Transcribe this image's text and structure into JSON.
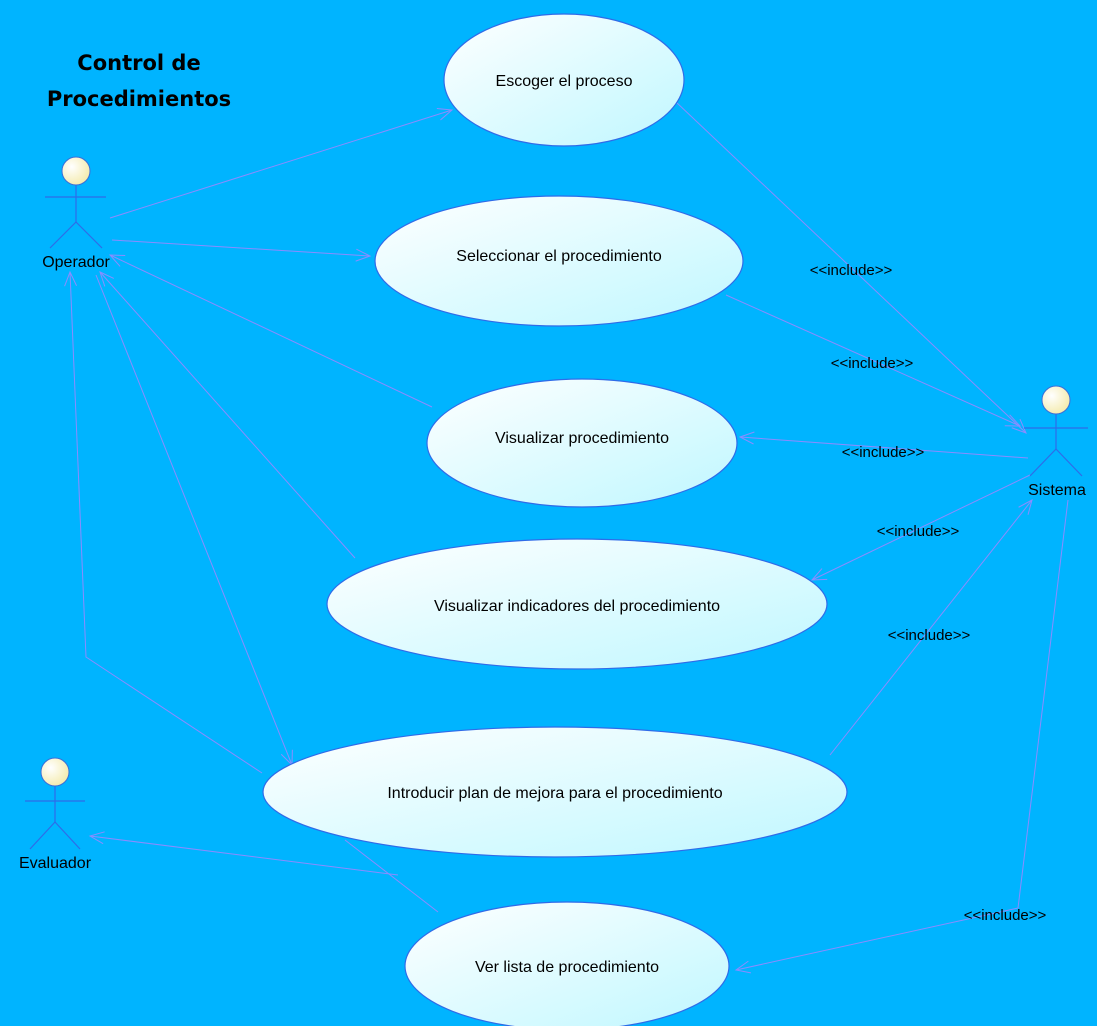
{
  "diagram": {
    "title_lines": [
      "Control de",
      "Procedimientos"
    ],
    "actors": [
      {
        "id": "operador",
        "label": "Operador"
      },
      {
        "id": "sistema",
        "label": "Sistema"
      },
      {
        "id": "evaluador",
        "label": "Evaluador"
      }
    ],
    "use_cases": [
      {
        "id": "escoger",
        "label": "Escoger el proceso"
      },
      {
        "id": "seleccionar",
        "label": "Seleccionar el procedimiento"
      },
      {
        "id": "visualizar",
        "label": "Visualizar procedimiento"
      },
      {
        "id": "indicadores",
        "label": "Visualizar indicadores del procedimiento"
      },
      {
        "id": "introducir",
        "label": "Introducir plan de mejora para el procedimiento"
      },
      {
        "id": "lista",
        "label": "Ver lista de procedimiento"
      }
    ],
    "relations": [
      {
        "from": "operador",
        "to": "escoger",
        "type": "association"
      },
      {
        "from": "operador",
        "to": "seleccionar",
        "type": "association"
      },
      {
        "from": "visualizar",
        "to": "operador",
        "type": "association"
      },
      {
        "from": "indicadores",
        "to": "operador",
        "type": "association"
      },
      {
        "from": "operador",
        "to": "introducir",
        "type": "association"
      },
      {
        "from": "introducir",
        "to": "operador",
        "type": "association"
      },
      {
        "from": "lista",
        "to": "evaluador",
        "type": "association"
      },
      {
        "from": "escoger",
        "to": "sistema",
        "type": "include",
        "label": "<<include>>"
      },
      {
        "from": "seleccionar",
        "to": "sistema",
        "type": "include",
        "label": "<<include>>"
      },
      {
        "from": "sistema",
        "to": "visualizar",
        "type": "include",
        "label": "<<include>>"
      },
      {
        "from": "sistema",
        "to": "indicadores",
        "type": "include",
        "label": "<<include>>"
      },
      {
        "from": "introducir",
        "to": "sistema",
        "type": "include",
        "label": "<<include>>"
      },
      {
        "from": "sistema",
        "to": "lista",
        "type": "include",
        "label": "<<include>>"
      }
    ]
  },
  "colors": {
    "background": "#00B4FF",
    "use_case_fill_top": "#FFFFFF",
    "use_case_fill_bottom": "#BFF7FF",
    "use_case_border": "#2F6BE8",
    "actor_line": "#2F6BE8",
    "actor_head": "#FFF8C8",
    "association_line": "#8C8CFF"
  }
}
